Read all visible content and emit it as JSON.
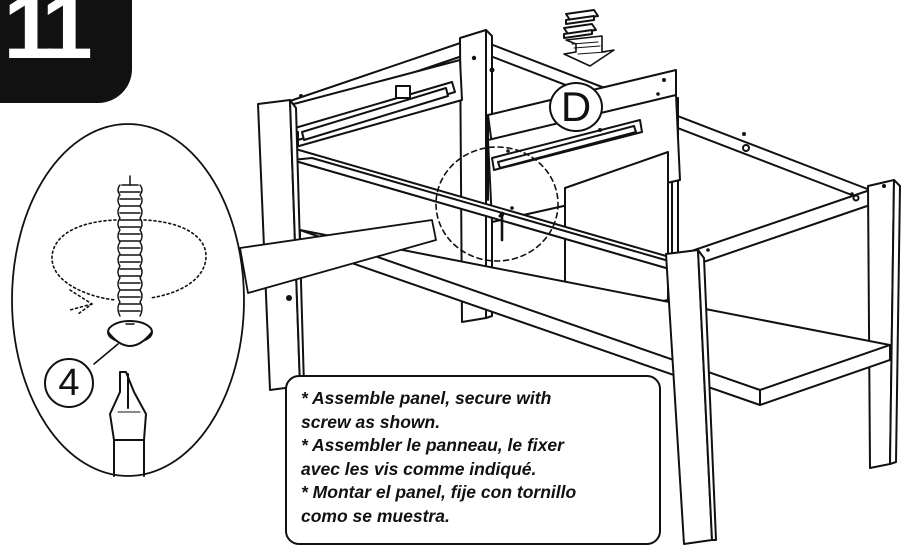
{
  "step": {
    "number": "11",
    "part_label": "D",
    "screw_label": "4"
  },
  "instructions": [
    "* Assemble  panel, secure with",
    "screw as shown.",
    "* Assembler le panneau, le fixer",
    "avec les vis comme indiqué.",
    "* Montar el panel, fije con tornillo",
    "como se muestra."
  ],
  "colors": {
    "ink": "#111111",
    "paper": "#ffffff"
  },
  "icons": [
    "screw-icon",
    "screwdriver-icon",
    "rotation-arrow-icon",
    "down-arrow-icon"
  ]
}
